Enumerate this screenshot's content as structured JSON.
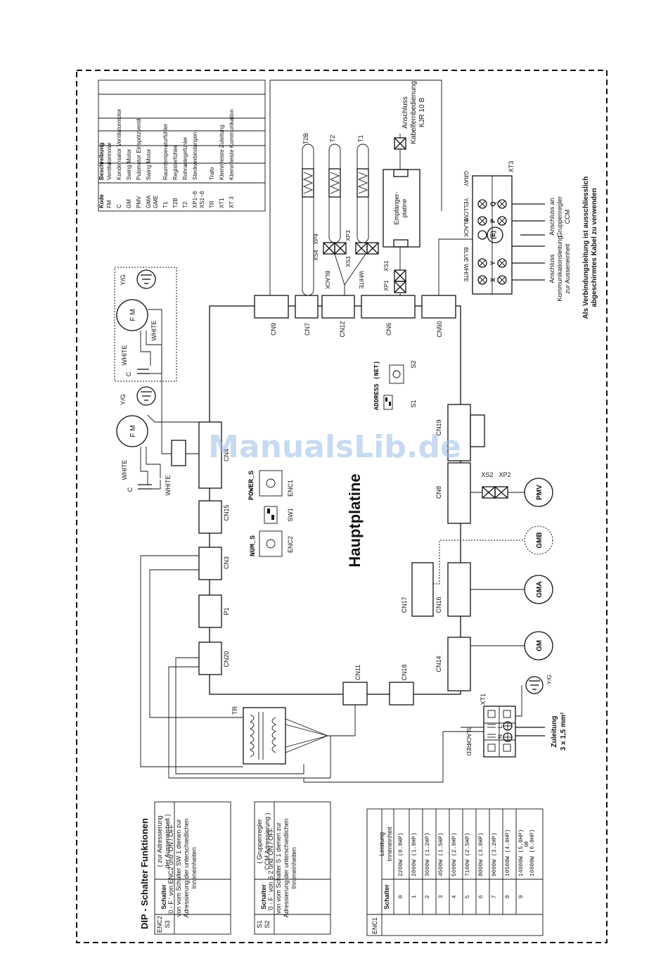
{
  "watermark": "ManualsLib.de",
  "legend": {
    "header": [
      "Kode",
      "Beschreibung"
    ],
    "rows": [
      [
        "FM",
        "Ventilatormotor"
      ],
      [
        "C",
        "Kondensator Ventilatormotor"
      ],
      [
        "GM",
        "Swing Motor"
      ],
      [
        "PMV",
        "Pulsmotor Einspritzventil"
      ],
      [
        "GMA",
        "Swing Motor"
      ],
      [
        "GME",
        ""
      ],
      [
        "T1",
        "Raumtemperaturfühler"
      ],
      [
        "T2B",
        "Registerfühler"
      ],
      [
        "T2",
        "Rohranlegefühler"
      ],
      [
        "XP1~8",
        "Steckverbindungen"
      ],
      [
        "XS1~8",
        ""
      ],
      [
        "TR",
        "Trafo"
      ],
      [
        "XT1",
        "Klemmleiste Zuleitung"
      ],
      [
        "XT 3",
        "Klemmleiste Kommunikation"
      ]
    ]
  },
  "board": {
    "title": "Hauptplatine",
    "connectors": {
      "cn9": "CN9",
      "cn7": "CN7",
      "cn12": "CN12",
      "cn6": "CN6",
      "cn50": "CN50",
      "cn4": "CN4",
      "cn15": "CN15",
      "cn3": "CN3",
      "p1": "P1",
      "cn20": "CN20",
      "cn11": "CN11",
      "cn18": "CN18",
      "cn14": "CN14",
      "cn16": "CN16",
      "cn17": "CN17",
      "cn8": "CN8",
      "cn19": "CN19"
    },
    "address_net": "ADDRESS (NET)",
    "s1": "S1",
    "s2": "S2",
    "power_s": "POWER_S",
    "num_s": "NUM_S",
    "enc1": "ENC1",
    "enc2": "ENC2",
    "sw1": "SW1",
    "on": "on"
  },
  "components": {
    "fm": "F M",
    "yg": "Y/G",
    "white": "WHITE",
    "c": "C",
    "tr": "TR",
    "gm": "GM",
    "gma": "GMA",
    "gmb": "GMB",
    "pmv": "PMV",
    "xs2": "XS2",
    "xp2": "XP2",
    "t2b": "T2B",
    "t2": "T2",
    "t1": "T1",
    "xs4": "XS4",
    "xp4": "XP4",
    "xs3": "XS3",
    "xp3": "XP3",
    "xp1": "XP1",
    "xs1": "XS1",
    "black": "BLACK",
    "white2": "WHITE",
    "red": "RED",
    "receiver": "Empfänger-\nplatine",
    "remote_line1": "Anschluss",
    "remote_line2": "Kabelfernbedienung",
    "remote_line3": "KJR 10 B",
    "xt1": "XT1",
    "xt3": "XT3",
    "xt1_terms": [
      "L",
      "N"
    ],
    "supply_line1": "Zuleitung",
    "supply_line2": "3 x 1,5 mm²"
  },
  "xt3": {
    "wires": [
      "GRAY",
      "YELLOW",
      "BLACK",
      "BLUE",
      "WHITE"
    ],
    "terms_top": [
      "X",
      "Y",
      "E",
      "P",
      "Q"
    ],
    "note_left_1": "Anschluss",
    "note_left_2": "Kommunikationsleitung",
    "note_left_3": "zur Ausseneinheit",
    "note_right_1": "Anschluss an",
    "note_right_2": "Gruppenregler",
    "note_right_3": "CCM",
    "warn_1": "Als Verbindungsleitung ist ausschliesslich",
    "warn_2": "abgeschirmtes Kabel zu verwenden"
  },
  "dip": {
    "title": "DIP - Schalter Funktionen",
    "t1_cols": [
      "ENC2\nS3",
      "Schalter",
      "( zur Adressierung\nder Ausseneinheit )"
    ],
    "t1_note": [
      " '0 - F ' von ENC2 und 'ON / OFF '",
      "von vom Schalter SW 1 dienen zur",
      "Adressierung der unterschiedlichen",
      "Inneneinheiten"
    ],
    "t2_cols": [
      "S1\nS2",
      "Schalter",
      "( Gruppenregler\nCCM Adressierung )"
    ],
    "t2_note": [
      " '0 - F ' von S 2 und 'ON / OFF '",
      "von vom Schalter S 1 dienen zur",
      "Adressierung der unterschiedlichen",
      "Inneneinheiten"
    ],
    "t3_head": [
      "ENC1",
      "Schalter",
      "Leistung\nInneneinheit"
    ],
    "t3_rows": [
      [
        "0",
        "2200W    (0.8HP)"
      ],
      [
        "1",
        "2800W    (1.0HP)"
      ],
      [
        "2",
        "3600W    (1.2HP)"
      ],
      [
        "3",
        "4500W    (1.5HP)"
      ],
      [
        "4",
        "5600W    (2.0HP)"
      ],
      [
        "5",
        "7100W    (2.5HP)"
      ],
      [
        "6",
        "8000W    (3.0HP)"
      ],
      [
        "7",
        "9000W    (3.2HP)"
      ],
      [
        "8",
        "10500W  (4.0HP)"
      ],
      [
        "9",
        "14000W  (5.0HP)\nOR\n16000W  (6.0HP)"
      ]
    ]
  }
}
